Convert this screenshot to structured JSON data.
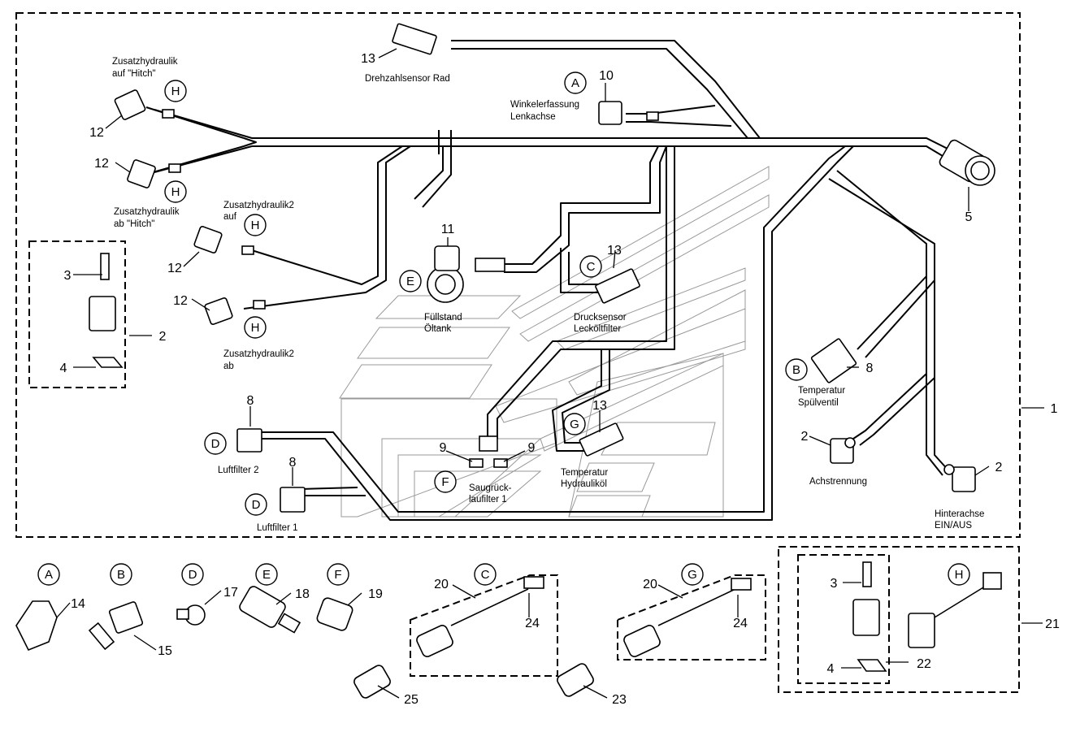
{
  "diagram": {
    "part_numbers": {
      "n1": "1",
      "n2a": "2",
      "n2b": "2",
      "n2c": "2",
      "n3a": "3",
      "n3b": "3",
      "n4a": "4",
      "n4b": "4",
      "n5": "5",
      "n8a": "8",
      "n8b": "8",
      "n8c": "8",
      "n9a": "9",
      "n9b": "9",
      "n10": "10",
      "n11": "11",
      "n12a": "12",
      "n12b": "12",
      "n12c": "12",
      "n12d": "12",
      "n13a": "13",
      "n13b": "13",
      "n13c": "13",
      "n14": "14",
      "n15": "15",
      "n17": "17",
      "n18": "18",
      "n19": "19",
      "n20a": "20",
      "n20b": "20",
      "n21": "21",
      "n22": "22",
      "n23": "23",
      "n24a": "24",
      "n24b": "24",
      "n25": "25"
    },
    "circle_letters": {
      "A1": "A",
      "A2": "A",
      "B1": "B",
      "B2": "B",
      "C1": "C",
      "C2": "C",
      "D1": "D",
      "D2": "D",
      "D3": "D",
      "E1": "E",
      "E2": "E",
      "F1": "F",
      "F2": "F",
      "G1": "G",
      "G2": "G",
      "H1": "H",
      "H2": "H",
      "H3": "H",
      "H4": "H",
      "H5": "H"
    },
    "labels": {
      "zh_auf_1": "Zusatzhydraulik",
      "zh_auf_2": "auf \"Hitch\"",
      "zh_ab_1": "Zusatzhydraulik",
      "zh_ab_2": "ab \"Hitch\"",
      "zh2_auf_1": "Zusatzhydraulik2",
      "zh2_auf_2": "auf",
      "zh2_ab_1": "Zusatzhydraulik2",
      "zh2_ab_2": "ab",
      "drehzahl": "Drehzahlsensor Rad",
      "winkel_1": "Winkelerfassung",
      "winkel_2": "Lenkachse",
      "fuell_1": "Füllstand",
      "fuell_2": "Öltank",
      "druck_1": "Drucksensor",
      "druck_2": "Lecköltfilter",
      "temp_sp_1": "Temperatur",
      "temp_sp_2": "Spülventil",
      "achs": "Achstrennung",
      "hinter_1": "Hinterachse",
      "hinter_2": "EIN/AUS",
      "temp_hy_1": "Temperatur",
      "temp_hy_2": "Hydrauliköl",
      "saug_1": "Saugrück-",
      "saug_2": "laufilter 1",
      "luft2": "Luftfilter 2",
      "luft1": "Luftfilter 1"
    }
  }
}
